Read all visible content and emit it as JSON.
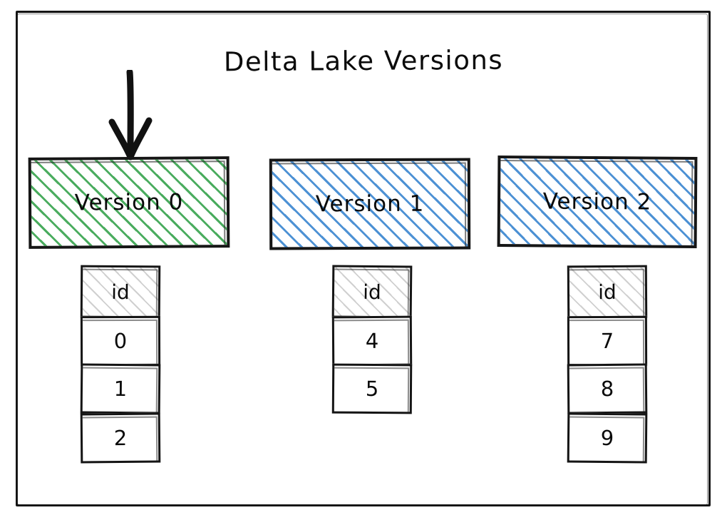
{
  "diagram": {
    "title": "Delta Lake Versions",
    "background": "#ffffff",
    "frame_color": "#141414",
    "arrow": {
      "name": "down-arrow",
      "points_to": "Version 0"
    },
    "colors": {
      "green_hatch": "#40a856",
      "blue_hatch": "#3e88d1",
      "header_hatch": "#969696",
      "ink": "#0a0a0a"
    },
    "versions": [
      {
        "label": "Version 0",
        "fill": "green",
        "table": {
          "header": "id",
          "rows": [
            "0",
            "1",
            "2"
          ]
        }
      },
      {
        "label": "Version 1",
        "fill": "blue",
        "table": {
          "header": "id",
          "rows": [
            "4",
            "5"
          ]
        }
      },
      {
        "label": "Version 2",
        "fill": "blue",
        "table": {
          "header": "id",
          "rows": [
            "7",
            "8",
            "9"
          ]
        }
      }
    ]
  }
}
